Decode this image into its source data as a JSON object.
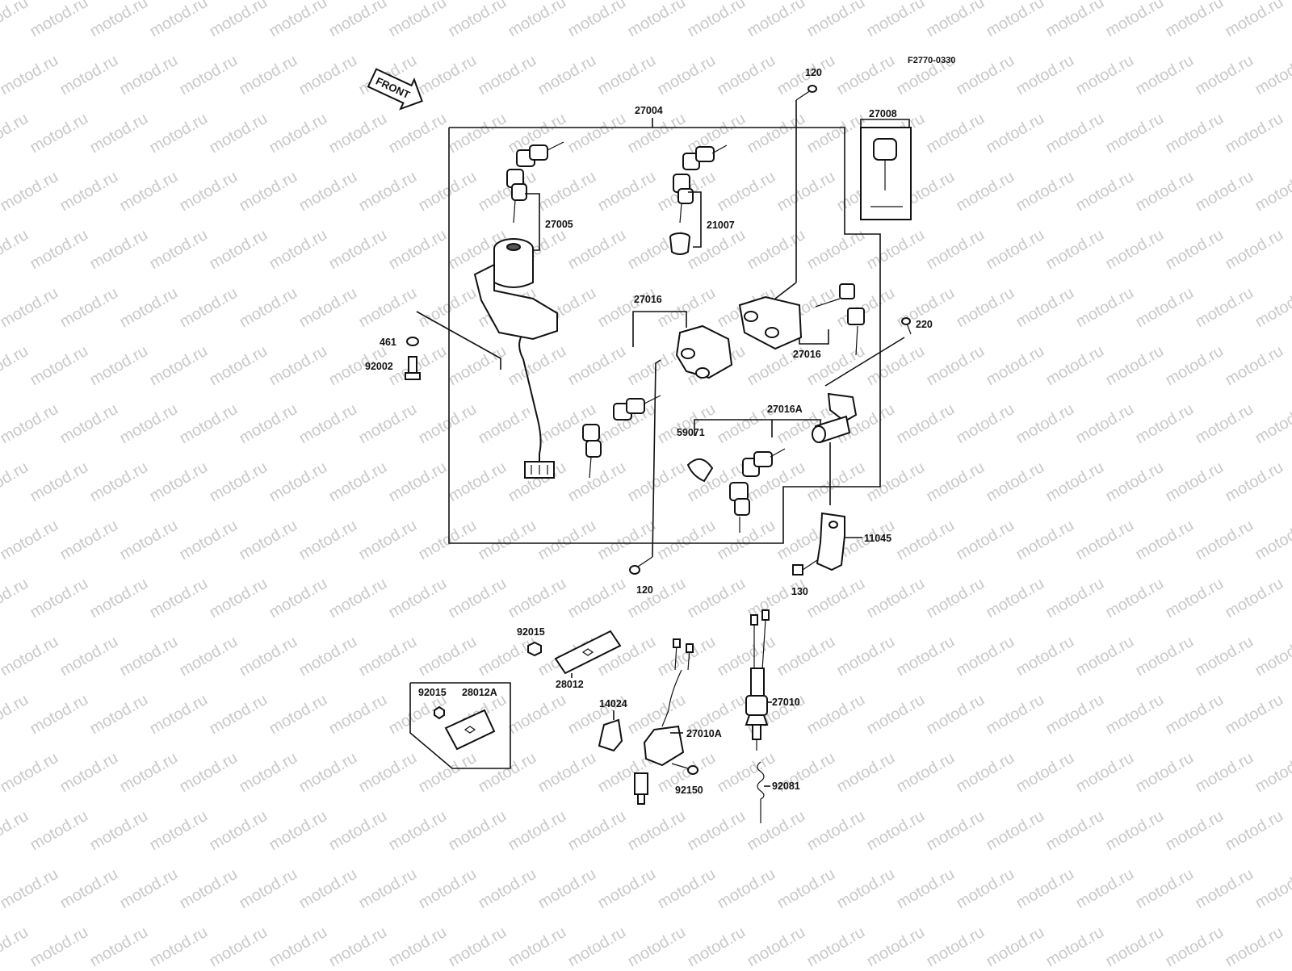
{
  "figure_code": "F2770-0330",
  "front_label": "FRONT",
  "watermark_text": "motod.ru",
  "parts": {
    "p27004": "27004",
    "p27005": "27005",
    "p21007": "21007",
    "p27008": "27008",
    "p120_top": "120",
    "p461": "461",
    "p92002": "92002",
    "p27016_mid": "27016",
    "p27016_right": "27016",
    "p220": "220",
    "p27016A": "27016A",
    "p59071": "59071",
    "p11045": "11045",
    "p120_bottom": "120",
    "p130": "130",
    "p92015_top": "92015",
    "p28012": "28012",
    "p92015_box": "92015",
    "p28012A": "28012A",
    "p14024": "14024",
    "p27010A": "27010A",
    "p92150": "92150",
    "p27010": "27010",
    "p92081": "92081"
  }
}
